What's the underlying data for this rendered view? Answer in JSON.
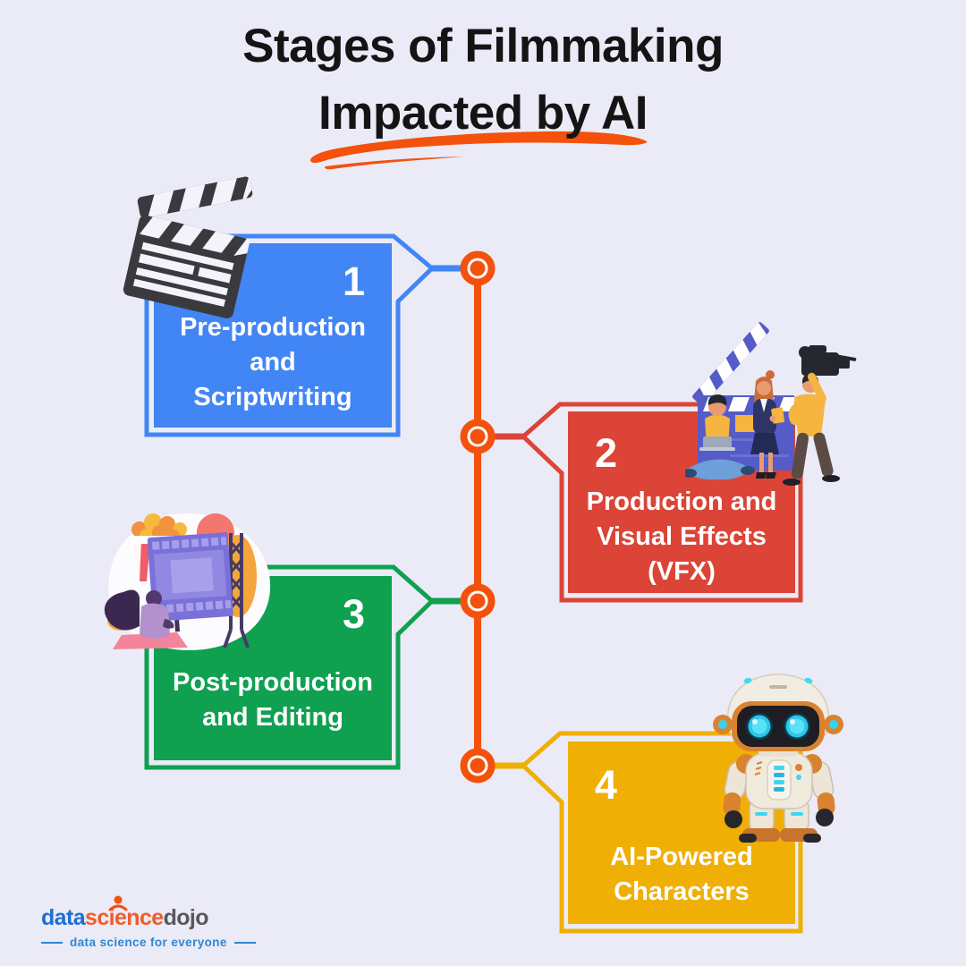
{
  "title": {
    "line1": "Stages of Filmmaking",
    "line2": "Impacted by AI"
  },
  "stages": [
    {
      "number": "1",
      "label": "Pre-production and Scriptwriting",
      "lines": [
        "Pre-production",
        "and",
        "Scriptwriting"
      ],
      "color": "#4285F4",
      "icon": "clapperboard-icon"
    },
    {
      "number": "2",
      "label": "Production and Visual Effects (VFX)",
      "lines": [
        "Production and",
        "Visual Effects",
        "(VFX)"
      ],
      "color": "#DB4437",
      "icon": "film-crew-illustration"
    },
    {
      "number": "3",
      "label": "Post-production and Editing",
      "lines": [
        "Post-production",
        "and Editing"
      ],
      "color": "#0FA050",
      "icon": "cinema-screen-illustration"
    },
    {
      "number": "4",
      "label": "AI-Powered Characters",
      "lines": [
        "AI-Powered",
        "Characters"
      ],
      "color": "#F0AF05",
      "icon": "ai-robot-illustration"
    }
  ],
  "timeline": {
    "color": "#F4510C",
    "node_count": 4
  },
  "footer": {
    "logo": {
      "word1": "data",
      "word2": "science",
      "word3": "dojo",
      "tagline": "data science for everyone",
      "word1_color": "#1D6FD0",
      "word2_color": "#F25C2A",
      "word3_color": "#58585C",
      "tagline_color": "#2E86D4"
    }
  },
  "colors": {
    "background": "#EAEBF6",
    "title_text": "#141414",
    "stage_text": "#FFFFFF",
    "accent_orange": "#F4510C"
  }
}
